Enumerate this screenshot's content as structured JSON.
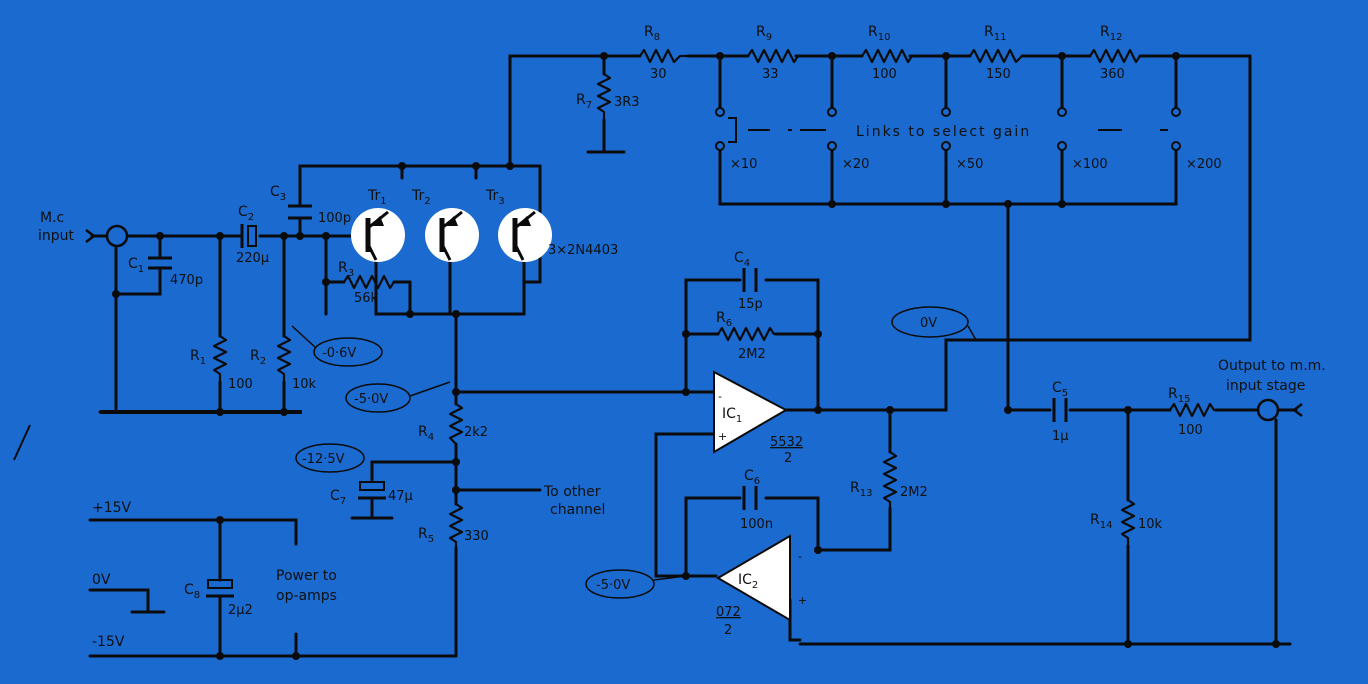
{
  "colors": {
    "background": "#1a6ad0",
    "wire": "#0b0b0b",
    "transistor_fill": "#ffffff"
  },
  "labels": {
    "mc_input_1": "M.c",
    "mc_input_2": "input",
    "output_1": "Output to m.m.",
    "output_2": "input stage",
    "links": "Links  to  select  gain",
    "other_channel_1": "To other",
    "other_channel_2": "channel",
    "power_1": "Power to",
    "power_2": "op-amps",
    "transistor_type": "3×2N4403",
    "rail_pos": "+15V",
    "rail_zero": "0V",
    "rail_neg": "-15V"
  },
  "gains": [
    "×10",
    "×20",
    "×50",
    "×100",
    "×200"
  ],
  "voltages": {
    "v1": "-0·6V",
    "v2": "-5·0V",
    "v3": "-12·5V",
    "v4": "0V",
    "v5": "-5·0V"
  },
  "components": {
    "C1": {
      "name": "C",
      "sub": "1",
      "value": "470p"
    },
    "C2": {
      "name": "C",
      "sub": "2",
      "value": "220μ"
    },
    "C3": {
      "name": "C",
      "sub": "3",
      "value": "100p"
    },
    "C4": {
      "name": "C",
      "sub": "4",
      "value": "15p"
    },
    "C5": {
      "name": "C",
      "sub": "5",
      "value": "1μ"
    },
    "C6": {
      "name": "C",
      "sub": "6",
      "value": "100n"
    },
    "C7": {
      "name": "C",
      "sub": "7",
      "value": "47μ"
    },
    "C8": {
      "name": "C",
      "sub": "8",
      "value": "2μ2"
    },
    "R1": {
      "name": "R",
      "sub": "1",
      "value": "100"
    },
    "R2": {
      "name": "R",
      "sub": "2",
      "value": "10k"
    },
    "R3": {
      "name": "R",
      "sub": "3",
      "value": "56k"
    },
    "R4": {
      "name": "R",
      "sub": "4",
      "value": "2k2"
    },
    "R5": {
      "name": "R",
      "sub": "5",
      "value": "330"
    },
    "R6": {
      "name": "R",
      "sub": "6",
      "value": "2M2"
    },
    "R7": {
      "name": "R",
      "sub": "7",
      "value": "3R3"
    },
    "R8": {
      "name": "R",
      "sub": "8",
      "value": "30"
    },
    "R9": {
      "name": "R",
      "sub": "9",
      "value": "33"
    },
    "R10": {
      "name": "R",
      "sub": "10",
      "value": "100"
    },
    "R11": {
      "name": "R",
      "sub": "11",
      "value": "150"
    },
    "R12": {
      "name": "R",
      "sub": "12",
      "value": "360"
    },
    "R13": {
      "name": "R",
      "sub": "13",
      "value": "2M2"
    },
    "R14": {
      "name": "R",
      "sub": "14",
      "value": "10k"
    },
    "R15": {
      "name": "R",
      "sub": "15",
      "value": "100"
    },
    "Tr1": {
      "name": "Tr",
      "sub": "1"
    },
    "Tr2": {
      "name": "Tr",
      "sub": "2"
    },
    "Tr3": {
      "name": "Tr",
      "sub": "3"
    },
    "IC1": {
      "name": "IC",
      "sub": "1",
      "part": "5532",
      "unit": "2"
    },
    "IC2": {
      "name": "IC",
      "sub": "2",
      "part": "072",
      "unit": "2"
    }
  }
}
